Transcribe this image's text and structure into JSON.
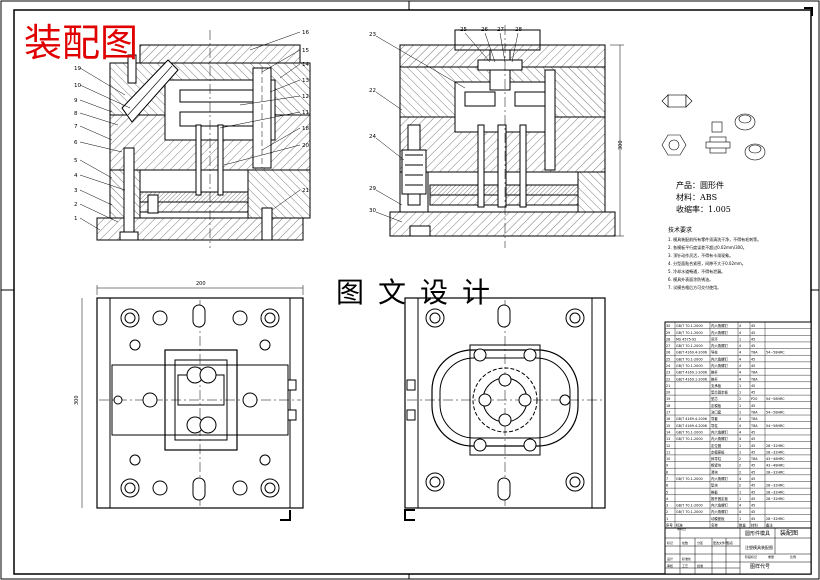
{
  "title": "装配图",
  "watermark": "图文设计",
  "colors": {
    "title": "#e00000",
    "line": "#000000",
    "hatch": "#555555",
    "paper": "#ffffff"
  },
  "product": {
    "name_line": "产品：圆形件",
    "material_line": "材料：ABS",
    "shrink_line": "收缩率：1.005"
  },
  "tech_req": {
    "heading": "技术要求",
    "lines": [
      "1. 模具装配前所有零件须清洗干净，不得有毛刺等。",
      "2. 各模板平行度误差不超过0.02mm/300。",
      "3. 顶针动作灵活，不得有卡滞现象。",
      "4. 分型面贴合紧密，间隙不大于0.02mm。",
      "5. 冷却水道畅通，不得有泄漏。",
      "6. 模具外表面涂防锈油。",
      "7. 试模合格后方可交付使用。"
    ]
  },
  "dims": {
    "top_width": "200",
    "side_height": "300"
  },
  "balloons_left": [
    "19",
    "10",
    "9",
    "8",
    "7",
    "6",
    "5",
    "4",
    "3",
    "2",
    "1"
  ],
  "balloons_left_right": [
    "16",
    "15",
    "14",
    "13",
    "12",
    "11",
    "18",
    "20",
    "21"
  ],
  "balloons_right_top": [
    "25",
    "26",
    "27",
    "28"
  ],
  "balloons_right_side": [
    "23",
    "22",
    "24",
    "29",
    "30"
  ],
  "bom": {
    "columns": [
      "序号",
      "标准",
      "名称",
      "数量",
      "材料",
      "备注"
    ],
    "rows": [
      [
        "30",
        "GB/T 70.1-2000",
        "内六角螺钉",
        "4",
        "45",
        ""
      ],
      [
        "29",
        "GB/T 70.1-2000",
        "内六角螺钉",
        "4",
        "45",
        ""
      ],
      [
        "28",
        "MS 4575-92",
        "吊环",
        "1",
        "45",
        ""
      ],
      [
        "27",
        "GB/T 70.1-2000",
        "内六角螺钉",
        "4",
        "45",
        ""
      ],
      [
        "26",
        "GB/T 4169.4-2006",
        "导柱",
        "4",
        "T8A",
        "54~58HRC"
      ],
      [
        "25",
        "GB/T 70.1-2000",
        "内六角螺钉",
        "4",
        "45",
        ""
      ],
      [
        "24",
        "GB/T 70.1-2000",
        "内六角螺钉",
        "4",
        "45",
        ""
      ],
      [
        "23",
        "GB/T 4169.1-2006",
        "推杆",
        "4",
        "T8A",
        ""
      ],
      [
        "22",
        "GB/T 4169.1-2006",
        "推杆",
        "4",
        "T8A",
        ""
      ],
      [
        "21",
        "",
        "支承板",
        "1",
        "45",
        ""
      ],
      [
        "20",
        "",
        "型芯固定板",
        "1",
        "45",
        ""
      ],
      [
        "19",
        "",
        "型芯",
        "2",
        "P20",
        "54~58HRC"
      ],
      [
        "18",
        "",
        "定模板",
        "1",
        "45",
        ""
      ],
      [
        "17",
        "",
        "浇口套",
        "1",
        "T8A",
        "54~58HRC"
      ],
      [
        "16",
        "GB/T 4169.4-2006",
        "导套",
        "4",
        "T8A",
        ""
      ],
      [
        "15",
        "GB/T 4169.4-2006",
        "导柱",
        "4",
        "T8A",
        "54~58HRC"
      ],
      [
        "14",
        "GB/T 70.1-2000",
        "内六角螺钉",
        "4",
        "45",
        ""
      ],
      [
        "13",
        "GB/T 70.1-2000",
        "内六角螺钉",
        "4",
        "45",
        ""
      ],
      [
        "12",
        "",
        "定位圈",
        "1",
        "45",
        "28~32HRC"
      ],
      [
        "11",
        "",
        "定模座板",
        "1",
        "45",
        "28~32HRC"
      ],
      [
        "10",
        "",
        "斜导柱",
        "2",
        "T8A",
        "43~48HRC"
      ],
      [
        "9",
        "",
        "楔紧块",
        "2",
        "45",
        "43~48HRC"
      ],
      [
        "8",
        "",
        "滑块",
        "2",
        "45",
        "28~32HRC"
      ],
      [
        "7",
        "GB/T 70.1-2000",
        "内六角螺钉",
        "4",
        "45",
        ""
      ],
      [
        "6",
        "",
        "垫块",
        "2",
        "45",
        "28~32HRC"
      ],
      [
        "5",
        "",
        "推板",
        "1",
        "45",
        "28~32HRC"
      ],
      [
        "4",
        "",
        "推杆固定板",
        "1",
        "45",
        "28~32HRC"
      ],
      [
        "3",
        "GB/T 70.1-2000",
        "内六角螺钉",
        "4",
        "45",
        ""
      ],
      [
        "2",
        "GB/T 70.1-2000",
        "内六角螺钉",
        "4",
        "45",
        ""
      ],
      [
        "1",
        "",
        "动模座板",
        "1",
        "45",
        "28~32HRC"
      ]
    ]
  },
  "title_block": {
    "drawing_name": "装配图",
    "part_label": "圆形件模具",
    "sub_label": "注塑模具装配图",
    "code_label": "图样代号",
    "row_labels": [
      "标记",
      "处数",
      "分区",
      "更改文件号",
      "签名",
      "年月日"
    ],
    "row_labels2": [
      "设计",
      "标准化",
      "审核",
      "工艺",
      "批准"
    ],
    "scale_labels": [
      "阶段标记",
      "重量",
      "比例"
    ]
  }
}
